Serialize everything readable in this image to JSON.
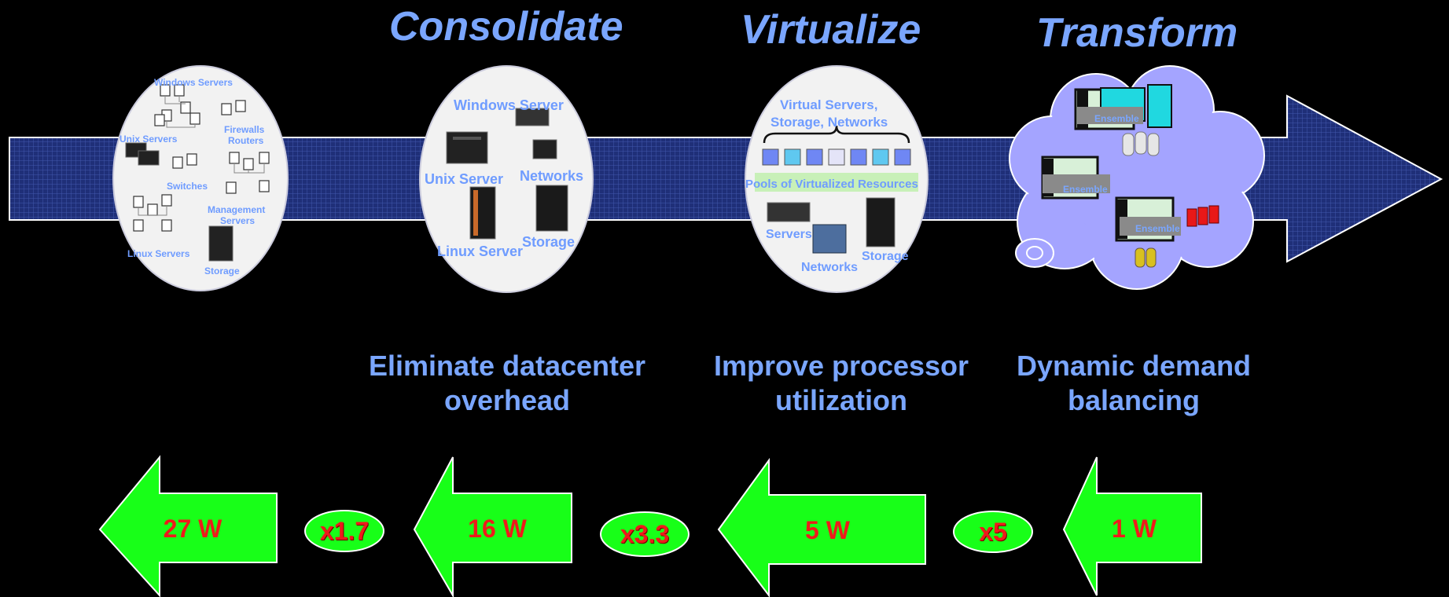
{
  "colors": {
    "background": "#000000",
    "title_blue": "#7aa6ff",
    "arrow_navy": "#1c2a6e",
    "green_arrow": "#18ff18",
    "watt_red": "#ee1b1b",
    "cloud_lavender": "#a4a4ff"
  },
  "stages": {
    "consolidate": "Consolidate",
    "virtualize": "Virtualize",
    "transform": "Transform"
  },
  "legacy": {
    "windows_servers": "Windows Servers",
    "unix_servers": "Unix Servers",
    "firewalls": "Firewalls",
    "routers": "Routers",
    "switches": "Switches",
    "management": "Management",
    "servers": "Servers",
    "linux_servers": "Linux Servers",
    "storage": "Storage"
  },
  "consolidated": {
    "windows_server": "Windows Server",
    "unix_server": "Unix Server",
    "networks": "Networks",
    "linux_server": "Linux Server",
    "storage": "Storage"
  },
  "virtualized": {
    "header_line1": "Virtual Servers,",
    "header_line2": "Storage, Networks",
    "pools": "Pools of Virtualized Resources",
    "servers": "Servers",
    "networks": "Networks",
    "storage": "Storage"
  },
  "cloud": {
    "ensemble_1": "Ensemble",
    "ensemble_2": "Ensemble",
    "ensemble_3": "Ensemble"
  },
  "benefits": {
    "consolidate": "Eliminate datacenter\noverhead",
    "virtualize": "Improve processor\nutilization",
    "transform": "Dynamic demand\nbalancing"
  },
  "power": {
    "w27": "27 W",
    "w16": "16 W",
    "w5": "5 W",
    "w1": "1 W",
    "x17": "x1.7",
    "x33": "x3.3",
    "x5": "x5"
  }
}
